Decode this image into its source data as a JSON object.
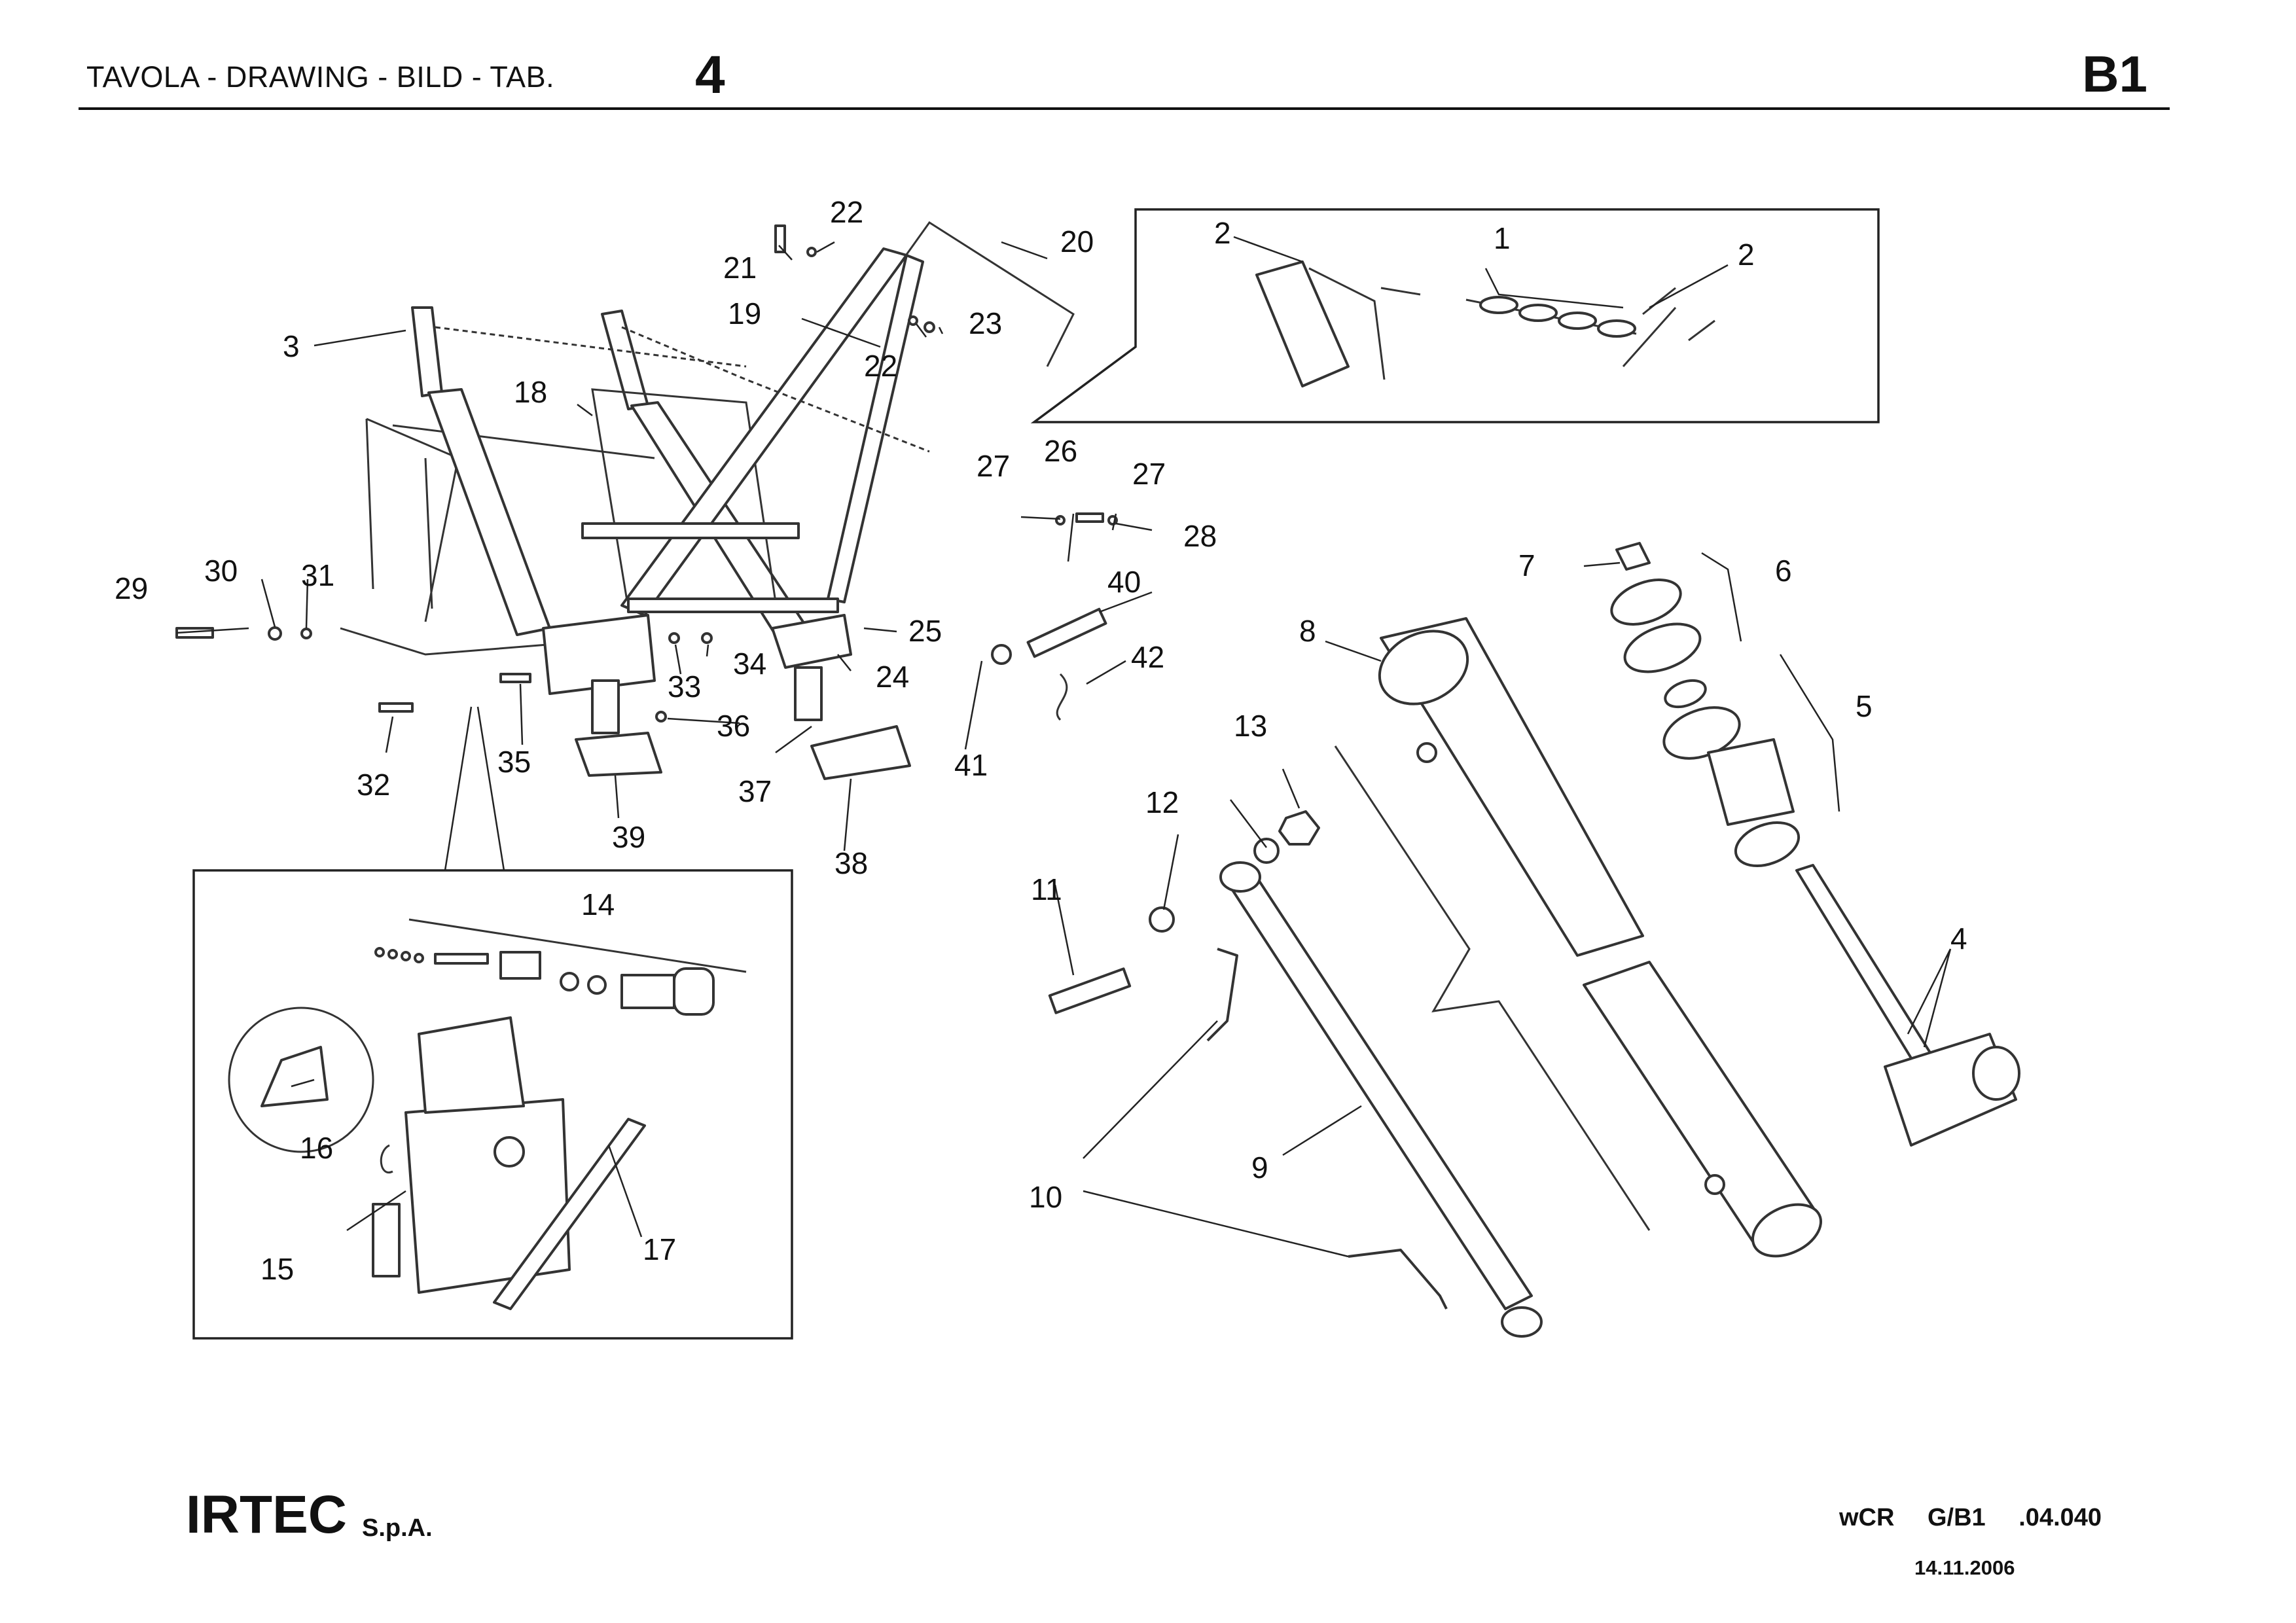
{
  "header": {
    "title": "TAVOLA - DRAWING - BILD - TAB.",
    "table_number": "4",
    "section_code": "B1"
  },
  "footer": {
    "company": "IRTEC",
    "company_suffix": "S.p.A.",
    "document_code": "wCR G/B1 .04.040",
    "date": "14.11.2006"
  },
  "callouts": {
    "c1": "1",
    "c2a": "2",
    "c2b": "2",
    "c3": "3",
    "c4": "4",
    "c5": "5",
    "c6": "6",
    "c7": "7",
    "c8": "8",
    "c9": "9",
    "c10": "10",
    "c11": "11",
    "c12": "12",
    "c13": "13",
    "c14": "14",
    "c15": "15",
    "c16": "16",
    "c17": "17",
    "c18": "18",
    "c19": "19",
    "c20": "20",
    "c21": "21",
    "c22a": "22",
    "c22b": "22",
    "c23": "23",
    "c24": "24",
    "c25": "25",
    "c26": "26",
    "c27a": "27",
    "c27b": "27",
    "c28": "28",
    "c29": "29",
    "c30": "30",
    "c31": "31",
    "c32": "32",
    "c33": "33",
    "c34": "34",
    "c35": "35",
    "c36": "36",
    "c37": "37",
    "c38": "38",
    "c39": "39",
    "c40": "40",
    "c41": "41",
    "c42": "42"
  }
}
